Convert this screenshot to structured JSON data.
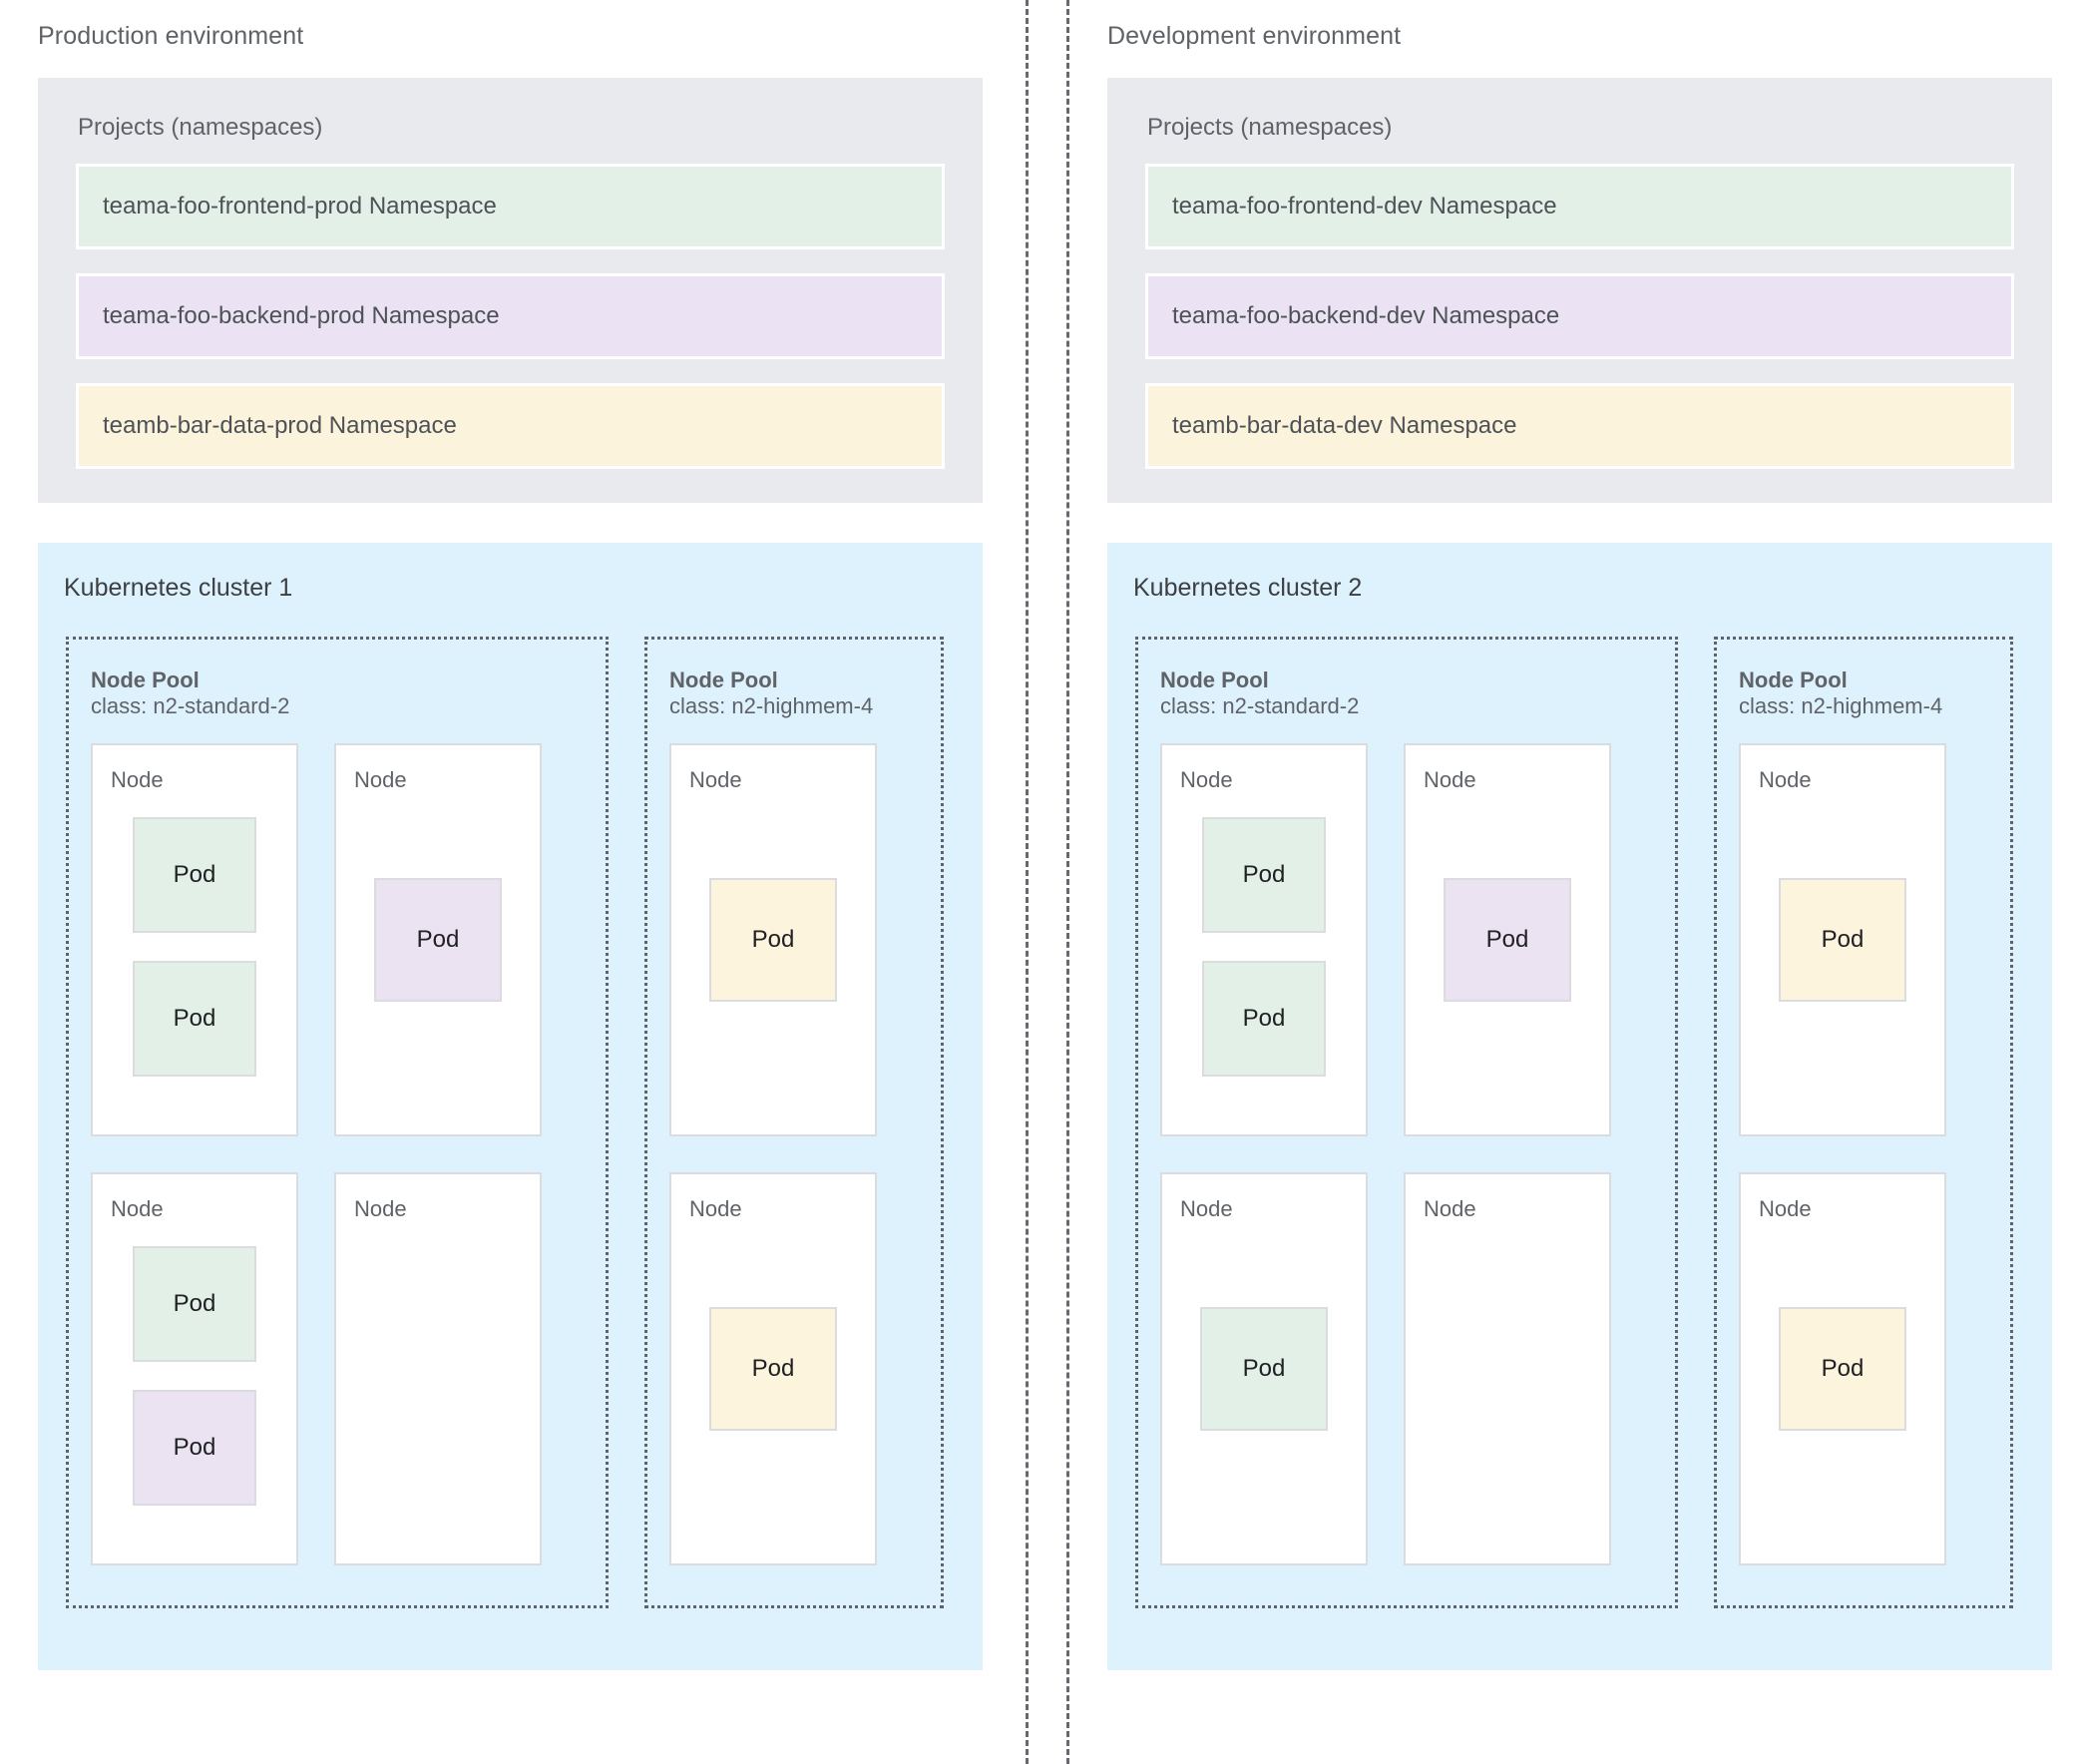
{
  "dividers": {
    "count": 2,
    "style": "dashed-vertical"
  },
  "colors": {
    "namespace_green": "#e2f0e8",
    "namespace_purple": "#ebe3f3",
    "namespace_yellow": "#fcf3dc",
    "projects_panel_bg": "#e8eaed",
    "cluster_panel_bg": "#def2fd",
    "node_bg": "#ffffff",
    "text": "#5f6368"
  },
  "environments": [
    {
      "title": "Production environment",
      "projects": {
        "title": "Projects (namespaces)",
        "namespaces": [
          {
            "label": "teama-foo-frontend-prod Namespace",
            "color": "green"
          },
          {
            "label": "teama-foo-backend-prod Namespace",
            "color": "purple"
          },
          {
            "label": "teamb-bar-data-prod Namespace",
            "color": "yellow"
          }
        ]
      },
      "cluster": {
        "title": "Kubernetes cluster 1",
        "node_pools": [
          {
            "title": "Node Pool",
            "class_label": "class: n2-standard-2",
            "width": "wide",
            "node_rows": [
              [
                {
                  "label": "Node",
                  "align": "top",
                  "pods": [
                    {
                      "label": "Pod",
                      "color": "green"
                    },
                    {
                      "label": "Pod",
                      "color": "green"
                    }
                  ]
                },
                {
                  "label": "Node",
                  "align": "center",
                  "pods": [
                    {
                      "label": "Pod",
                      "color": "purple"
                    }
                  ]
                }
              ],
              [
                {
                  "label": "Node",
                  "align": "top",
                  "pods": [
                    {
                      "label": "Pod",
                      "color": "green"
                    },
                    {
                      "label": "Pod",
                      "color": "purple"
                    }
                  ]
                },
                {
                  "label": "Node",
                  "align": "top",
                  "pods": []
                }
              ]
            ]
          },
          {
            "title": "Node Pool",
            "class_label": "class: n2-highmem-4",
            "width": "narrow",
            "node_rows": [
              [
                {
                  "label": "Node",
                  "align": "center",
                  "pods": [
                    {
                      "label": "Pod",
                      "color": "yellow"
                    }
                  ]
                }
              ],
              [
                {
                  "label": "Node",
                  "align": "center",
                  "pods": [
                    {
                      "label": "Pod",
                      "color": "yellow"
                    }
                  ]
                }
              ]
            ]
          }
        ]
      }
    },
    {
      "title": "Development environment",
      "projects": {
        "title": "Projects (namespaces)",
        "namespaces": [
          {
            "label": "teama-foo-frontend-dev Namespace",
            "color": "green"
          },
          {
            "label": "teama-foo-backend-dev Namespace",
            "color": "purple"
          },
          {
            "label": "teamb-bar-data-dev Namespace",
            "color": "yellow"
          }
        ]
      },
      "cluster": {
        "title": "Kubernetes cluster 2",
        "node_pools": [
          {
            "title": "Node Pool",
            "class_label": "class: n2-standard-2",
            "width": "wide",
            "node_rows": [
              [
                {
                  "label": "Node",
                  "align": "top",
                  "pods": [
                    {
                      "label": "Pod",
                      "color": "green"
                    },
                    {
                      "label": "Pod",
                      "color": "green"
                    }
                  ]
                },
                {
                  "label": "Node",
                  "align": "center",
                  "pods": [
                    {
                      "label": "Pod",
                      "color": "purple"
                    }
                  ]
                }
              ],
              [
                {
                  "label": "Node",
                  "align": "center",
                  "pods": [
                    {
                      "label": "Pod",
                      "color": "green"
                    }
                  ]
                },
                {
                  "label": "Node",
                  "align": "top",
                  "pods": []
                }
              ]
            ]
          },
          {
            "title": "Node Pool",
            "class_label": "class: n2-highmem-4",
            "width": "narrow",
            "node_rows": [
              [
                {
                  "label": "Node",
                  "align": "center",
                  "pods": [
                    {
                      "label": "Pod",
                      "color": "yellow"
                    }
                  ]
                }
              ],
              [
                {
                  "label": "Node",
                  "align": "center",
                  "pods": [
                    {
                      "label": "Pod",
                      "color": "yellow"
                    }
                  ]
                }
              ]
            ]
          }
        ]
      }
    }
  ]
}
